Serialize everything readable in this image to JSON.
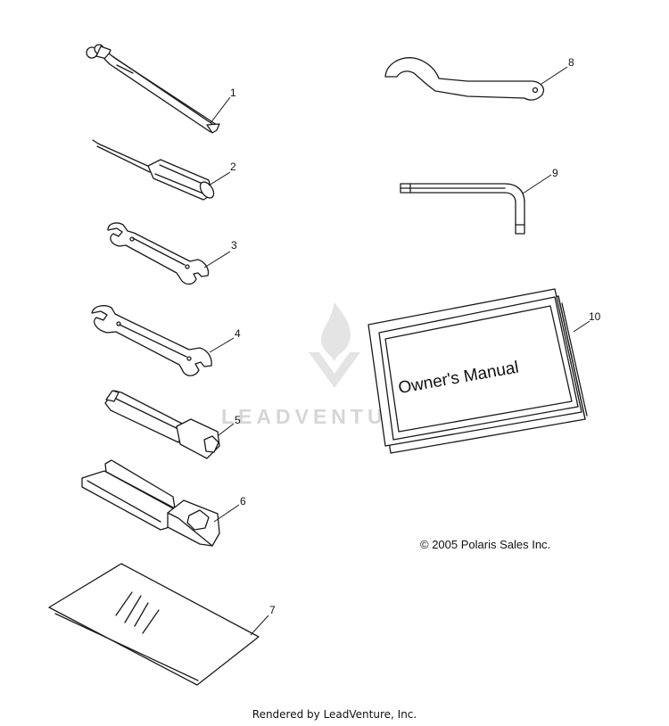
{
  "callouts": [
    "1",
    "2",
    "3",
    "4",
    "5",
    "6",
    "7",
    "8",
    "9",
    "10"
  ],
  "manual_title": "Owner's Manual",
  "copyright": "© 2005 Polaris Sales Inc.",
  "watermark": "LEADVENTURE",
  "footer": "Rendered by LeadVenture, Inc."
}
